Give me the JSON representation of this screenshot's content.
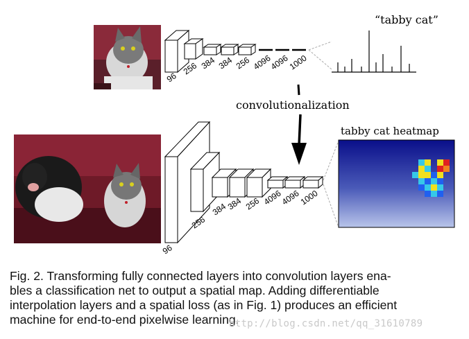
{
  "top": {
    "output_label": "“tabby cat”",
    "layer_labels": [
      "96",
      "256",
      "384",
      "384",
      "256",
      "4096",
      "4096",
      "1000"
    ]
  },
  "middle": {
    "arrow_label": "convolutionalization"
  },
  "bottom": {
    "heatmap_title": "tabby cat heatmap",
    "layer_labels": [
      "96",
      "256",
      "384",
      "384",
      "256",
      "4096",
      "4096",
      "1000"
    ]
  },
  "caption": {
    "lines": [
      "Fig. 2. Transforming fully connected layers into convolution layers ena-",
      "bles a classification net to output a spatial map. Adding differentiable",
      "interpolation layers and a spatial loss (as in Fig. 1) produces an efficient",
      "machine for end-to-end pixelwise learning."
    ]
  },
  "watermark": "http://blog.csdn.net/qq_31610789",
  "colors": {
    "heatmap_bg_top": "#0a0f8a",
    "heatmap_bg_bottom": "#b8c4ea"
  }
}
